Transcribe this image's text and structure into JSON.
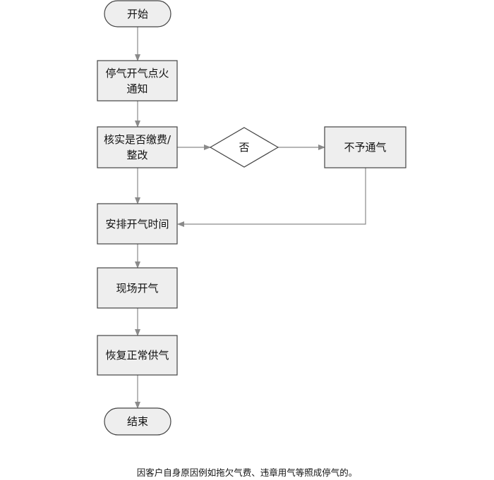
{
  "diagram": {
    "nodes": {
      "start": "开始",
      "notify": "停气开气点火\n通知",
      "verify": "核实是否缴费/\n整改",
      "decision": "否",
      "deny": "不予通气",
      "schedule": "安排开气时间",
      "onsite": "现场开气",
      "restore": "恢复正常供气",
      "end": "结束"
    },
    "colors": {
      "box_fill": "#eeeeee",
      "box_stroke": "#444444",
      "arrow": "#8a8a8a"
    }
  },
  "caption": "因客户自身原因例如拖欠气费、违章用气等照成停气的。"
}
